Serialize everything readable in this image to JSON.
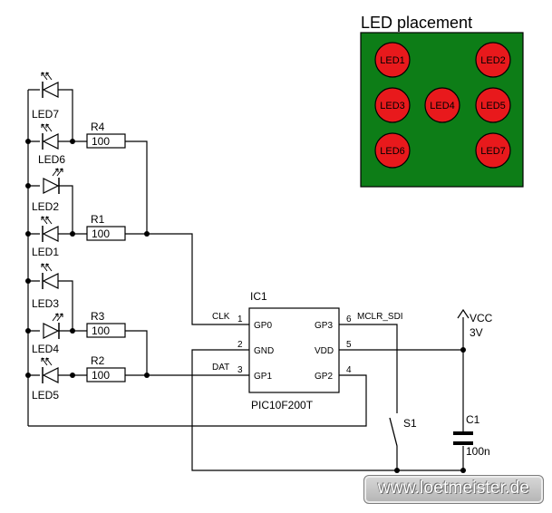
{
  "placement": {
    "title": "LED placement",
    "board_color": "#0d7d17",
    "led_color": "#e8191c",
    "leds": [
      {
        "id": "LED1",
        "label": "LED1"
      },
      {
        "id": "LED2",
        "label": "LED2"
      },
      {
        "id": "LED3",
        "label": "LED3"
      },
      {
        "id": "LED4",
        "label": "LED4"
      },
      {
        "id": "LED5",
        "label": "LED5"
      },
      {
        "id": "LED6",
        "label": "LED6"
      },
      {
        "id": "LED7",
        "label": "LED7"
      }
    ]
  },
  "schematic": {
    "leds": [
      "LED7",
      "LED6",
      "LED2",
      "LED1",
      "LED3",
      "LED4",
      "LED5"
    ],
    "resistors": [
      {
        "ref": "R4",
        "value": "100"
      },
      {
        "ref": "R1",
        "value": "100"
      },
      {
        "ref": "R3",
        "value": "100"
      },
      {
        "ref": "R2",
        "value": "100"
      }
    ],
    "ic": {
      "ref": "IC1",
      "part": "PIC10F200T",
      "pins": [
        {
          "num": "1",
          "name": "GP0",
          "net": "CLK"
        },
        {
          "num": "2",
          "name": "GND",
          "net": ""
        },
        {
          "num": "3",
          "name": "GP1",
          "net": "DAT"
        },
        {
          "num": "6",
          "name": "GP3",
          "net": "MCLR_SDI"
        },
        {
          "num": "5",
          "name": "VDD",
          "net": ""
        },
        {
          "num": "4",
          "name": "GP2",
          "net": ""
        }
      ]
    },
    "switch": {
      "ref": "S1"
    },
    "capacitor": {
      "ref": "C1",
      "value": "100n"
    },
    "supply": {
      "name": "VCC",
      "value": "3V"
    }
  },
  "watermark": "www.loetmeister.de"
}
